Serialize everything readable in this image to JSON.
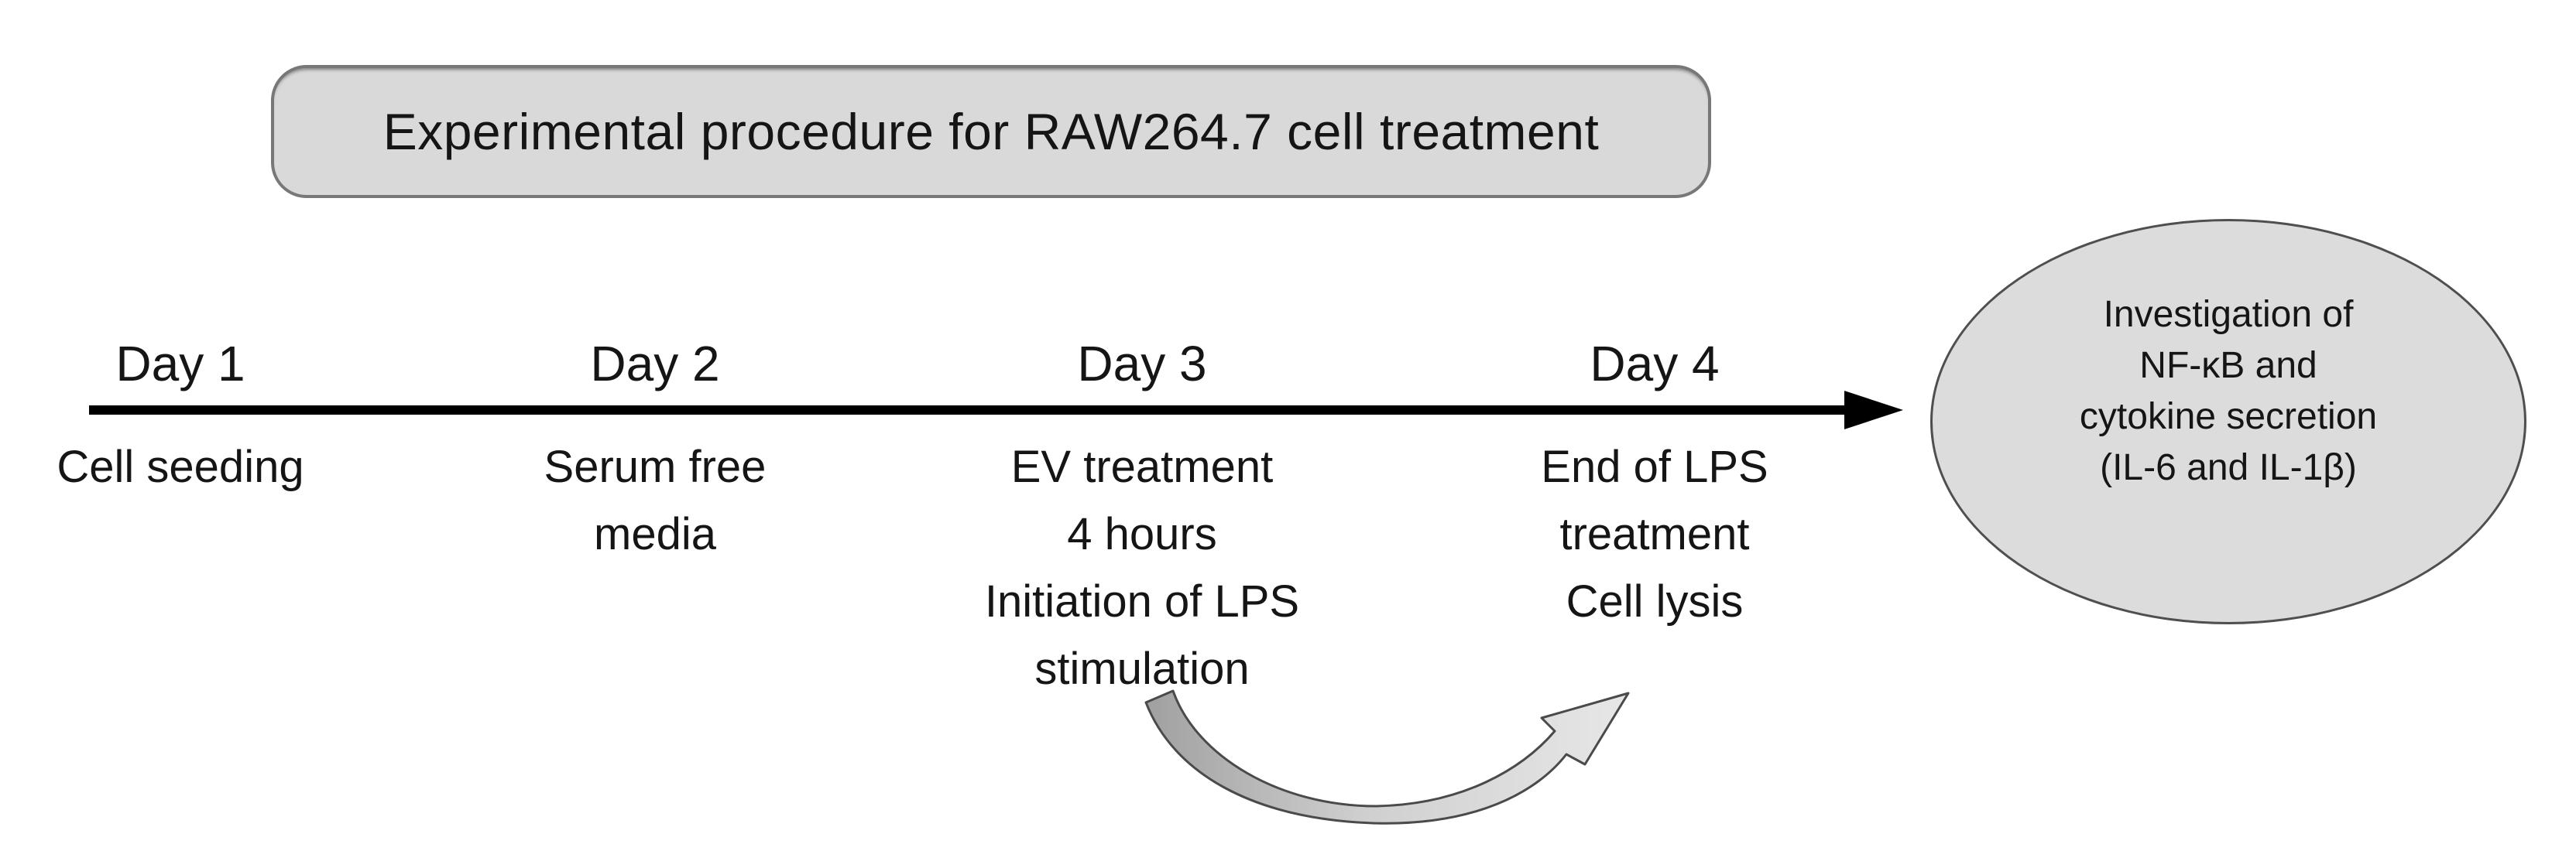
{
  "title": {
    "text": "Experimental procedure for RAW264.7 cell treatment"
  },
  "timeline": {
    "days": [
      {
        "label": "Day 1",
        "lines": [
          "Cell seeding"
        ]
      },
      {
        "label": "Day 2",
        "lines": [
          "Serum free",
          "media"
        ]
      },
      {
        "label": "Day 3",
        "lines": [
          "EV treatment",
          "4 hours",
          "Initiation of LPS",
          "stimulation"
        ]
      },
      {
        "label": "Day 4",
        "lines": [
          "End of LPS",
          "treatment",
          "Cell lysis"
        ]
      }
    ]
  },
  "outcome": {
    "lines": [
      "Investigation of",
      "NF-κB and",
      "cytokine secretion",
      "(IL-6 and IL-1β)"
    ]
  },
  "colors": {
    "shape_fill": "#d9d9d9",
    "shape_border": "#787878",
    "ellipse_fill": "#dcdcdc",
    "ellipse_border": "#4f4f4f",
    "text": "#151515",
    "timeline_arrow": "#000000",
    "curved_arrow_stroke": "#4a4a4a"
  }
}
